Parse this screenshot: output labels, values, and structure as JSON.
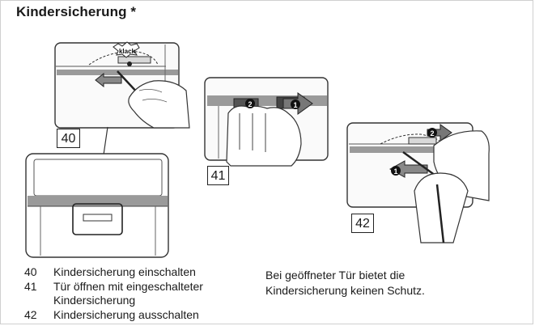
{
  "heading": "Kindersicherung *",
  "figures": [
    {
      "number": "40",
      "callout": "klack"
    },
    {
      "number": "41"
    },
    {
      "number": "42"
    }
  ],
  "steps": [
    "1",
    "2"
  ],
  "legend": [
    {
      "number": "40",
      "text": "Kindersicherung einschalten"
    },
    {
      "number": "41",
      "text": "Tür öffnen mit eingeschalteter Kindersicherung"
    },
    {
      "number": "42",
      "text": "Kindersicherung ausschalten"
    }
  ],
  "note": "Bei geöffneter Tür bietet die Kindersicherung keinen Schutz."
}
